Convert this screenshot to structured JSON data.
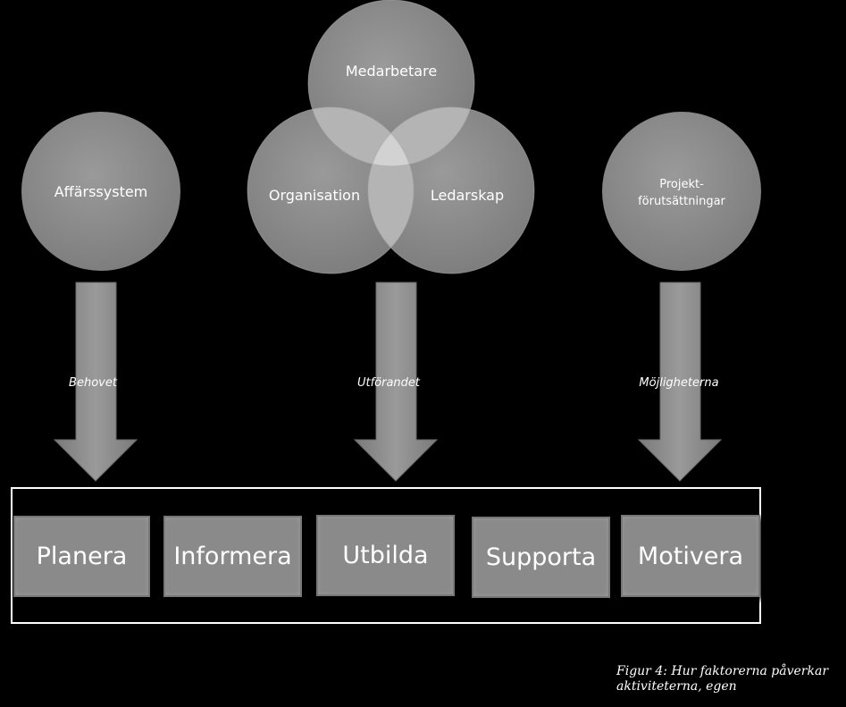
{
  "factors": {
    "affarssystem": "Affärssystem",
    "medarbetare": "Medarbetare",
    "organisation": "Organisation",
    "ledarskap": "Ledarskap",
    "projekt_line1": "Projekt-",
    "projekt_line2": "förutsättningar"
  },
  "flows": {
    "behovet": "Behovet",
    "utforandet": "Utförandet",
    "mojligheterna": "Möjligheterna"
  },
  "activities": [
    "Planera",
    "Informera",
    "Utbilda",
    "Supporta",
    "Motivera"
  ],
  "caption": {
    "line1": "Figur 4: Hur faktorerna påverkar",
    "line2": "aktiviteterna, egen"
  },
  "colors": {
    "background": "#000000",
    "circle_fill": "#8c8c8c",
    "arrow_fill": "#8a8a8a",
    "activity_fill": "#8a8a8a",
    "text": "#ffffff"
  }
}
